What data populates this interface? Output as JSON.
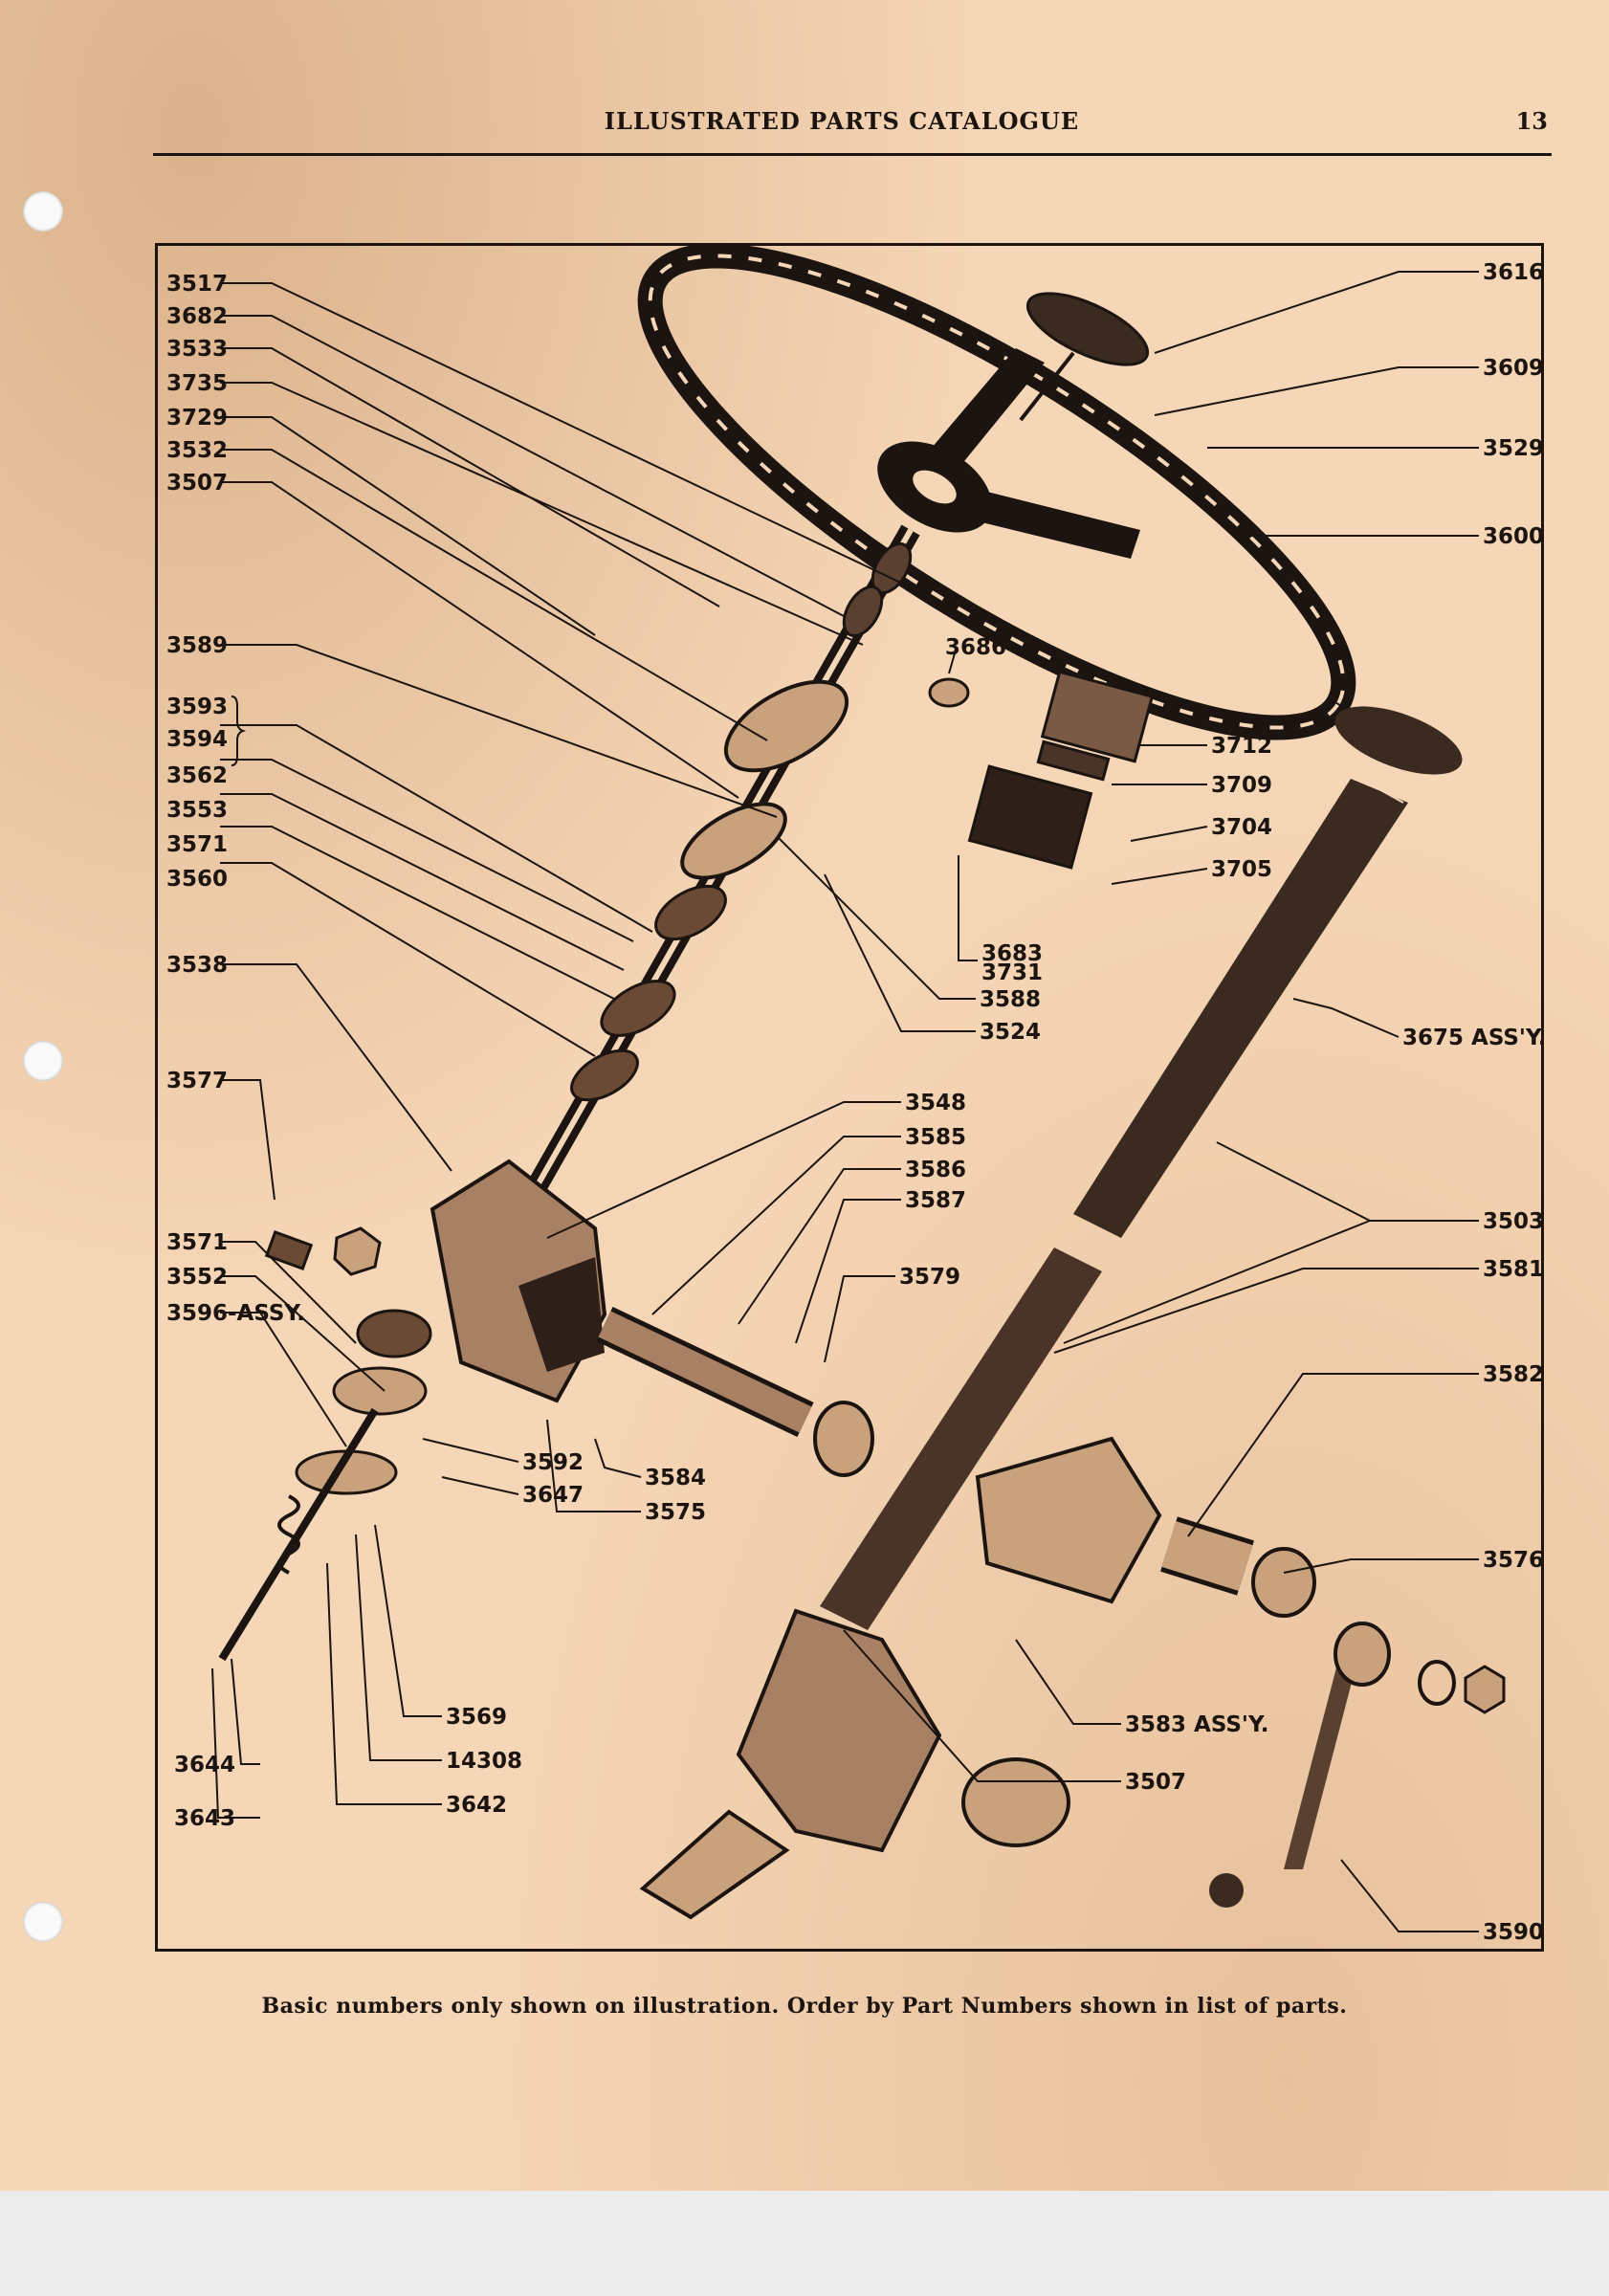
{
  "header": {
    "title": "ILLUSTRATED PARTS CATALOGUE",
    "page_number": "13"
  },
  "figure": {
    "callouts_left": [
      "3517",
      "3682",
      "3533",
      "3735",
      "3729",
      "3532",
      "3507",
      "3589",
      "3593",
      "3594",
      "3562",
      "3553",
      "3571",
      "3560",
      "3538",
      "3577",
      "3571",
      "3552",
      "3596-ASSY."
    ],
    "callouts_right": [
      "3616",
      "3609",
      "3529",
      "3600",
      "3712",
      "3709",
      "3704",
      "3705",
      "3675 ASS'Y.",
      "3503",
      "3581",
      "3582",
      "3576",
      "3590"
    ],
    "callouts_center": [
      "3686",
      "3683",
      "3731",
      "3588",
      "3524",
      "3548",
      "3585",
      "3586",
      "3587",
      "3579",
      "3592",
      "3647",
      "3584",
      "3575",
      "3583 ASS'Y.",
      "3507"
    ],
    "callouts_bottom_left": [
      "3569",
      "14308",
      "3642",
      "3644",
      "3643"
    ]
  },
  "footer": {
    "note": "Basic numbers only shown on illustration. Order by Part Numbers shown in list of parts."
  }
}
